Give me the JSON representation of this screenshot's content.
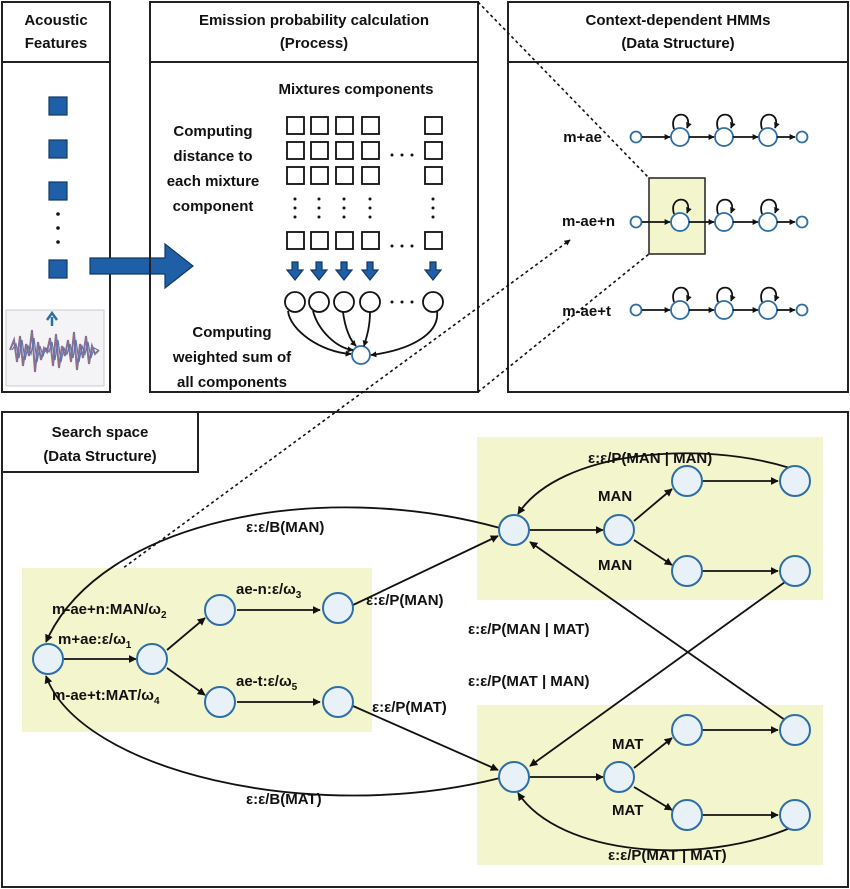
{
  "panels": {
    "acoustic": {
      "title_line1": "Acoustic",
      "title_line2": "Features"
    },
    "emission": {
      "title_line1": "Emission probability calculation",
      "title_line2": "(Process)",
      "mixtures_label": "Mixtures components",
      "distance_label": [
        "Computing",
        "distance to",
        "each mixture",
        "component"
      ],
      "sum_label": [
        "Computing",
        "weighted sum of",
        "all components"
      ]
    },
    "hmm": {
      "title_line1": "Context-dependent HMMs",
      "title_line2": "(Data Structure)",
      "rows": [
        "m+ae",
        "m-ae+n",
        "m-ae+t"
      ]
    },
    "search": {
      "title_line1": "Search space",
      "title_line2": "(Data Structure)",
      "labels": {
        "man_first_arc": "m-ae+n:MAN/ω",
        "man_first_arc_sub": "2",
        "initial_arc": "m+ae:ε/ω",
        "initial_arc_sub": "1",
        "mat_first_arc": "m-ae+t:MAT/ω",
        "mat_first_arc_sub": "4",
        "ae_n_arc": "ae-n:ε/ω",
        "ae_n_arc_sub": "3",
        "ae_t_arc": "ae-t:ε/ω",
        "ae_t_arc_sub": "5",
        "to_man": "ε:ε/P(MAN)",
        "to_mat": "ε:ε/P(MAT)",
        "back_man": "ε:ε/B(MAN)",
        "back_mat": "ε:ε/B(MAT)",
        "man_man": "ε:ε/P(MAN | MAN)",
        "man_mat": "ε:ε/P(MAN | MAT)",
        "mat_man": "ε:ε/P(MAT | MAN)",
        "mat_mat": "ε:ε/P(MAT | MAT)",
        "man_upper": "MAN",
        "man_lower": "MAN",
        "mat_upper": "MAT",
        "mat_lower": "MAT"
      }
    }
  },
  "colors": {
    "node_stroke": "#2e6ea6",
    "feature_blue": "#1f5fa8",
    "highlight": "#f3f5cc"
  }
}
